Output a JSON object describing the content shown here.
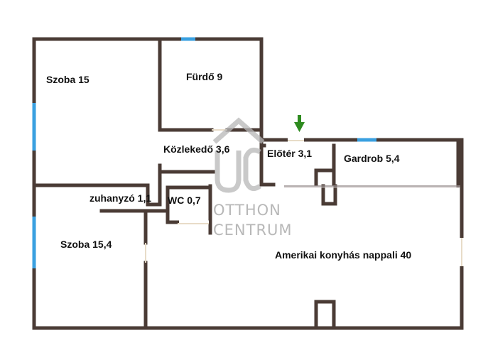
{
  "rooms": {
    "szoba_15": "Szoba 15",
    "furdo": "Fürdő 9",
    "kozlekedo": "Közlekedő 3,6",
    "eloter": "Előtér 3,1",
    "gardrob": "Gardrob 5,4",
    "zuhanyzo": "zuhanyzó 1,1",
    "wc": "WC 0,7",
    "szoba_15_4": "Szoba 15,4",
    "nappali": "Amerikai konyhás nappali 40"
  },
  "watermark": {
    "line1": "OTTHON",
    "line2": "CENTRUM"
  },
  "colors": {
    "wall": "#4a3b35",
    "window": "#3aa0e0",
    "entrance_arrow": "#2e8b1f",
    "watermark": "#b8b8b8"
  },
  "icons": {
    "entrance": "entrance-arrow-icon",
    "logo": "otthon-centrum-logo-icon"
  }
}
